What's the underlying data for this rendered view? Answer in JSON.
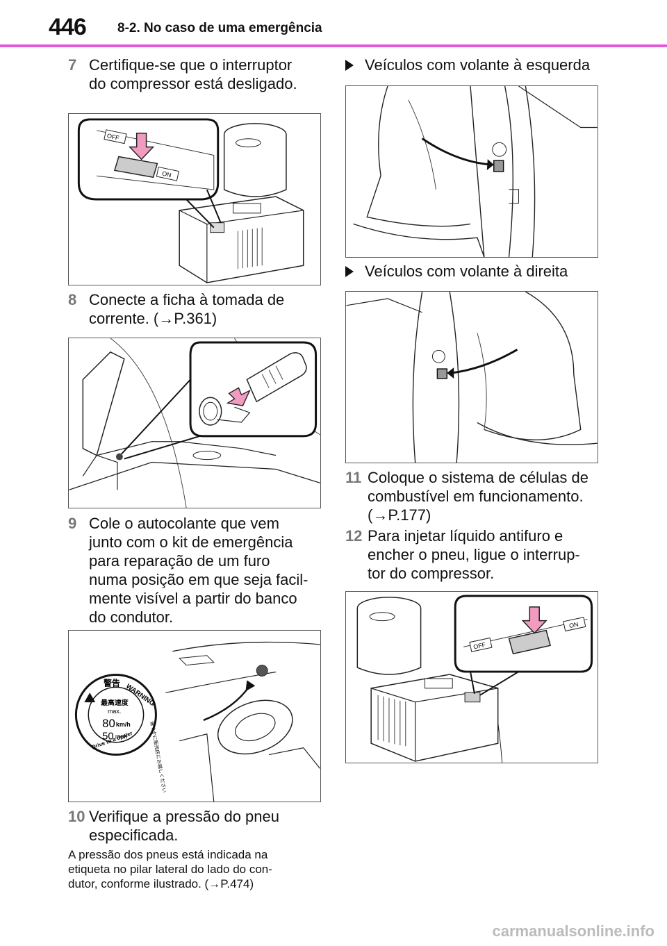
{
  "header": {
    "page_number": "446",
    "section_title": "8-2. No caso de uma emergência"
  },
  "steps": {
    "s7": {
      "num": "7",
      "text": "Certifique-se que o interruptor\ndo compressor está desligado."
    },
    "s8": {
      "num": "8",
      "text": "Conecte a ficha à tomada de\ncorrente. (→P.361)"
    },
    "s9": {
      "num": "9",
      "text": "Cole o autocolante que vem\njunto com o kit de emergência\npara reparação de um furo\nnuma posição em que seja facil-\nmente visível a partir do banco\ndo condutor."
    },
    "s10": {
      "num": "10",
      "text": "Verifique a pressão do pneu\nespecificada."
    },
    "s11": {
      "num": "11",
      "text": "Coloque o sistema de células de\ncombustível em funcionamento.\n(→P.177)"
    },
    "s12": {
      "num": "12",
      "text": "Para injetar líquido antifuro e\nencher o pneu, ligue o interrup-\ntor do compressor."
    }
  },
  "note": "A pressão dos pneus está indicada na\netiqueta no pilar lateral do lado do con-\ndutor, conforme ilustrado. (→P.474)",
  "subheads": {
    "lhd": "Veículos com volante à esquerda",
    "rhd": "Veículos com volante à direita"
  },
  "figures": {
    "compressor_off": {
      "switch_off": "OFF",
      "switch_on": "ON"
    },
    "sticker": {
      "warning_jp": "警告",
      "warning_en": "WARNING",
      "max_speed_jp": "最高速度",
      "max_label": "max.",
      "speed_kmh": "80",
      "unit_kmh": "km/h",
      "speed_mph": "50",
      "unit_mph": "mph",
      "dealer_jp": "速やかに販売店にお越しください",
      "dealer_en": "Drive to a dealer"
    },
    "compressor_on": {
      "switch_off": "OFF",
      "switch_on": "ON"
    }
  },
  "colors": {
    "accent_rule": "#e35bd9",
    "arrow_pink": "#f29bc0",
    "marker_gray": "#999999"
  },
  "watermark": "carmanualsonline.info"
}
